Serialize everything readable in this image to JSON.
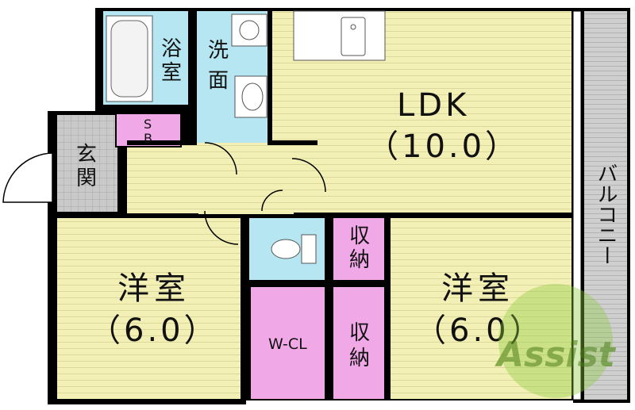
{
  "rooms": {
    "ldk": {
      "name": "LDK",
      "size": "（10.0）"
    },
    "western_left": {
      "name": "洋室",
      "size": "（6.0）"
    },
    "western_right": {
      "name": "洋室",
      "size": "（6.0）"
    },
    "bath": {
      "line1": "浴",
      "line2": "室"
    },
    "washroom": {
      "line1": "洗",
      "line2": "面"
    },
    "entrance": {
      "line1": "玄",
      "line2": "関"
    },
    "shoe_box": {
      "line1": "S",
      "line2": "B"
    },
    "walk_in_closet": {
      "label": "W-CL"
    },
    "storage_upper": {
      "line1": "収",
      "line2": "納"
    },
    "storage_lower": {
      "line1": "収",
      "line2": "納"
    },
    "balcony": {
      "label": "バルコニー"
    }
  },
  "logo": {
    "text": "Assist"
  },
  "colors": {
    "wall": "#000000",
    "ldk_floor": "#f2f0b4",
    "room_floor": "#f2f0b4",
    "wet_area": "#b5e6f2",
    "storage": "#f0a8e6",
    "entrance_tile": "#c8c8c8",
    "balcony": "#c8c8c8",
    "logo_green": "#8cc83c"
  }
}
